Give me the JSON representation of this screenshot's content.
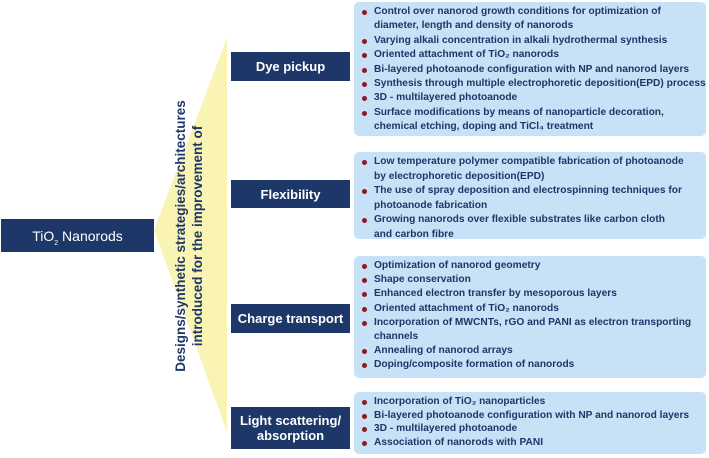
{
  "root": {
    "label_pre": "TiO",
    "label_sub": "2",
    "label_post": " Nanorods"
  },
  "center_label": {
    "line1": "Designs/synthetic strategies/architectures",
    "line2": "introduced for the improvement of"
  },
  "colors": {
    "navy": "#1d3768",
    "light_blue_box": "#c7e1f7",
    "fan": "#f9f3b4",
    "bullet": "#8b1a1a"
  },
  "categories": [
    {
      "label": "Dye pickup",
      "items": [
        "Control over nanorod growth conditions for optimization of",
        "diameter, length and density of nanorods",
        "Varying alkali concentration in alkali hydrothermal synthesis",
        "Oriented attachment of TiO₂ nanorods",
        "Bi-layered photoanode configuration with NP and nanorod layers",
        "Synthesis through multiple electrophoretic deposition(EPD) process",
        "3D - multilayered photoanode",
        "Surface modifications by means of nanoparticle decoration,",
        "chemical etching, doping and TiCl₄ treatment"
      ]
    },
    {
      "label": "Flexibility",
      "items": [
        "Low temperature polymer compatible fabrication of photoanode",
        "by electrophoretic deposition(EPD)",
        "The use of spray deposition and electrospinning techniques for",
        "photoanode fabrication",
        "Growing nanorods over flexible substrates like carbon cloth",
        "and carbon fibre"
      ]
    },
    {
      "label": "Charge transport",
      "items": [
        "Optimization of nanorod geometry",
        "Shape conservation",
        "Enhanced electron transfer by mesoporous layers",
        "Oriented attachment of TiO₂ nanorods",
        "Incorporation of MWCNTs, rGO and PANI as electron transporting",
        "channels",
        "Annealing of nanorod arrays",
        "Doping/composite formation of nanorods"
      ]
    },
    {
      "label_line1": "Light scattering/",
      "label_line2": "absorption",
      "items": [
        "Incorporation of TiO₂ nanoparticles",
        "Bi-layered photoanode configuration with NP and nanorod layers",
        "3D - multilayered photoanode",
        "Association of nanorods with PANI"
      ]
    }
  ]
}
